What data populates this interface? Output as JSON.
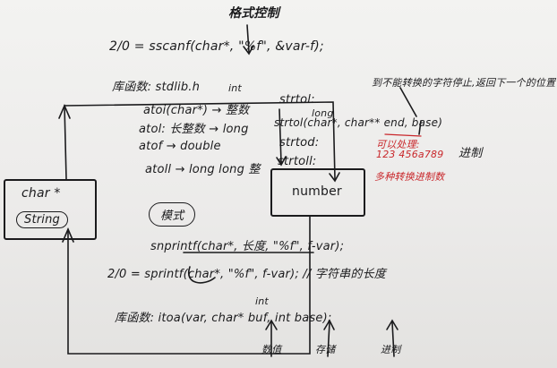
{
  "notes": {
    "top_label": "格式控制",
    "sscanf_line": "2/0 = sscanf(char*, \"%f\", &var-f);",
    "lib_line": "库函数: stdlib.h",
    "int_tag_top": "int",
    "long_tag": "long",
    "atoi_line": "atoi(char*) → 整数",
    "atol_line": "atol: 长整数 → long",
    "atof_line": "atof → double",
    "atoll_line": "atoll → long long 整",
    "strtol": "strtol:",
    "strtol_sig": "strtol(char*, char** end, base)",
    "strtod": "strtod:",
    "strtoll": "strtoll:",
    "right_note": "到不能转换的字符停止,返回下一个的位置",
    "red_note1": "可以处理:",
    "red_note2": "123 456a789",
    "red_note3": "多种转换进制数",
    "base_note": "进制",
    "left_box_line1": "char *",
    "left_box_line2": "String",
    "mode_label": "模式",
    "number_box": "number",
    "snprintf_line": "snprintf(char*, 长度, \"%f\", f-var);",
    "sprintf_line": "2/0 = sprintf(char*, \"%f\", f-var); // 字符串的长度",
    "int_tag_bottom": "int",
    "itoa_line": "库函数: itoa(var, char* buf, int base);",
    "bottom_a": "数值",
    "bottom_b": "存储",
    "bottom_c": "进制"
  }
}
